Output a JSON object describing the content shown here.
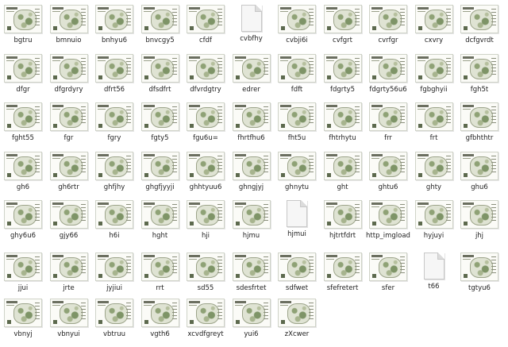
{
  "files": [
    {
      "name": "bgtru",
      "type": "image"
    },
    {
      "name": "bmnuio",
      "type": "image"
    },
    {
      "name": "bnhyu6",
      "type": "image"
    },
    {
      "name": "bnvcgy5",
      "type": "image"
    },
    {
      "name": "cfdf",
      "type": "image"
    },
    {
      "name": "cvbfhy",
      "type": "document"
    },
    {
      "name": "cvbji6i",
      "type": "image"
    },
    {
      "name": "cvfgrt",
      "type": "image"
    },
    {
      "name": "cvrfgr",
      "type": "image"
    },
    {
      "name": "cxvry",
      "type": "image"
    },
    {
      "name": "dcfgvrdt",
      "type": "image"
    },
    {
      "name": "dfgr",
      "type": "image"
    },
    {
      "name": "dfgrdyry",
      "type": "image"
    },
    {
      "name": "dfrt56",
      "type": "image"
    },
    {
      "name": "dfsdfrt",
      "type": "image"
    },
    {
      "name": "dfvrdgtry",
      "type": "image"
    },
    {
      "name": "edrer",
      "type": "image"
    },
    {
      "name": "fdft",
      "type": "image"
    },
    {
      "name": "fdgrty5",
      "type": "image"
    },
    {
      "name": "fdgrty56u6",
      "type": "image"
    },
    {
      "name": "fgbghyii",
      "type": "image"
    },
    {
      "name": "fgh5t",
      "type": "image"
    },
    {
      "name": "fght55",
      "type": "image"
    },
    {
      "name": "fgr",
      "type": "image"
    },
    {
      "name": "fgry",
      "type": "image"
    },
    {
      "name": "fgty5",
      "type": "image"
    },
    {
      "name": "fgu6u=",
      "type": "image"
    },
    {
      "name": "fhrtfhu6",
      "type": "image"
    },
    {
      "name": "fht5u",
      "type": "image"
    },
    {
      "name": "fhtrhytu",
      "type": "image"
    },
    {
      "name": "frr",
      "type": "image"
    },
    {
      "name": "frt",
      "type": "image"
    },
    {
      "name": "gfbhthtr",
      "type": "image"
    },
    {
      "name": "gh6",
      "type": "image"
    },
    {
      "name": "gh6rtr",
      "type": "image"
    },
    {
      "name": "ghfjhy",
      "type": "image"
    },
    {
      "name": "ghgfjyyji",
      "type": "image"
    },
    {
      "name": "ghhtyuu6",
      "type": "image"
    },
    {
      "name": "ghngjyj",
      "type": "image"
    },
    {
      "name": "ghnytu",
      "type": "image"
    },
    {
      "name": "ght",
      "type": "image"
    },
    {
      "name": "ghtu6",
      "type": "image"
    },
    {
      "name": "ghty",
      "type": "image"
    },
    {
      "name": "ghu6",
      "type": "image"
    },
    {
      "name": "ghy6u6",
      "type": "image"
    },
    {
      "name": "gjy66",
      "type": "image"
    },
    {
      "name": "h6i",
      "type": "image"
    },
    {
      "name": "hght",
      "type": "image"
    },
    {
      "name": "hji",
      "type": "image"
    },
    {
      "name": "hjmu",
      "type": "image"
    },
    {
      "name": "hjmui",
      "type": "document"
    },
    {
      "name": "hjtrtfdrt",
      "type": "image"
    },
    {
      "name": "http_imgload",
      "type": "image"
    },
    {
      "name": "hyjuyi",
      "type": "image"
    },
    {
      "name": "jhj",
      "type": "image"
    },
    {
      "name": "jjui",
      "type": "image"
    },
    {
      "name": "jrte",
      "type": "image"
    },
    {
      "name": "jyjiui",
      "type": "image"
    },
    {
      "name": "rrt",
      "type": "image"
    },
    {
      "name": "sd55",
      "type": "image"
    },
    {
      "name": "sdesfrtet",
      "type": "image"
    },
    {
      "name": "sdfwet",
      "type": "image"
    },
    {
      "name": "sfefretert",
      "type": "image"
    },
    {
      "name": "sfer",
      "type": "image"
    },
    {
      "name": "t66",
      "type": "document"
    },
    {
      "name": "tgtyu6",
      "type": "image"
    },
    {
      "name": "vbnyj",
      "type": "image"
    },
    {
      "name": "vbnyui",
      "type": "image"
    },
    {
      "name": "vbtruu",
      "type": "image"
    },
    {
      "name": "vgth6",
      "type": "image"
    },
    {
      "name": "xcvdfgreyt",
      "type": "image"
    },
    {
      "name": "yui6",
      "type": "image"
    },
    {
      "name": "zXcwer",
      "type": "image"
    }
  ]
}
